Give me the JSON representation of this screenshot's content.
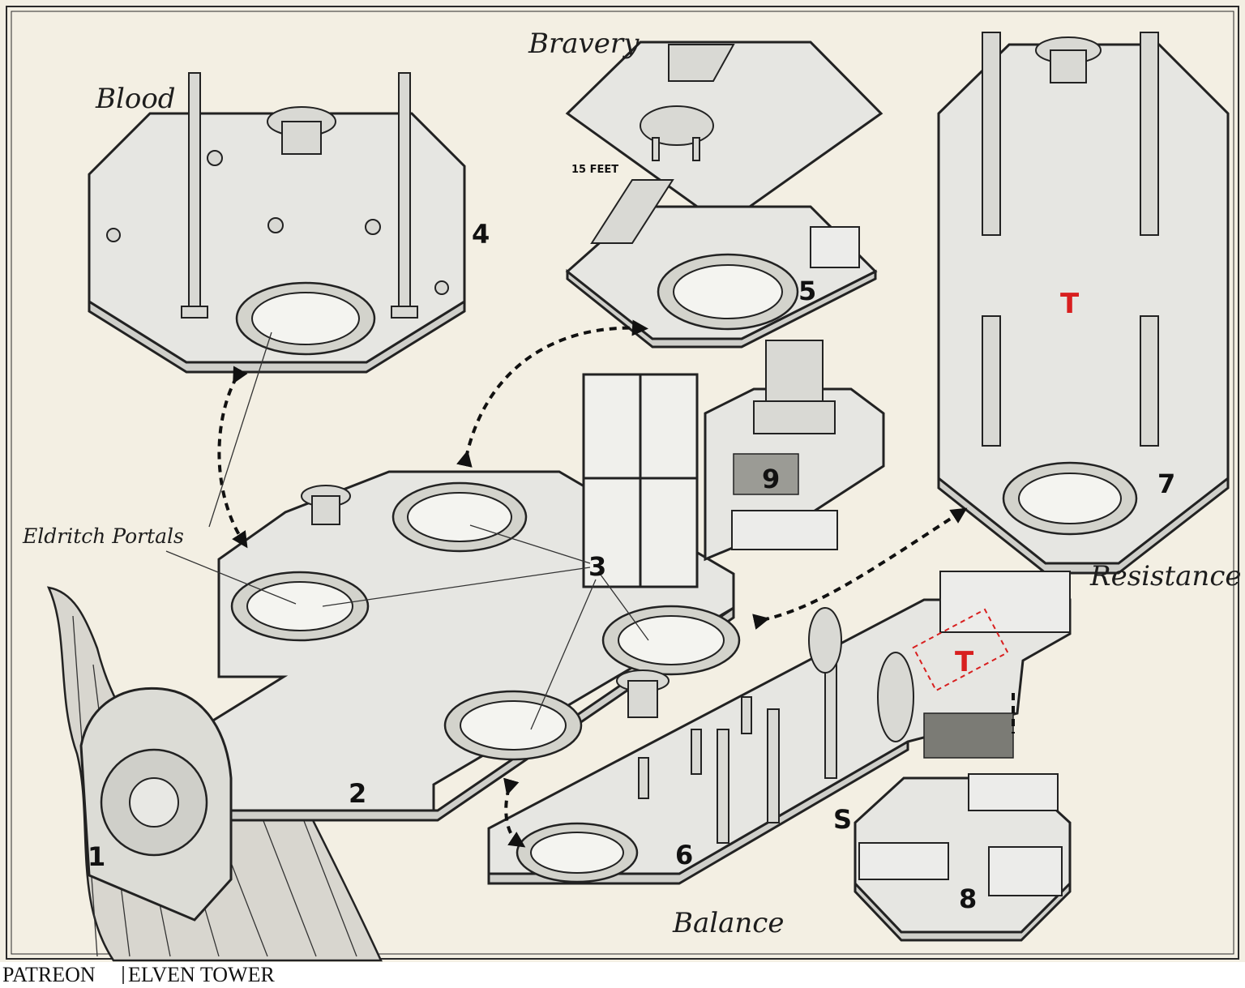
{
  "rooms": {
    "blood": "Blood",
    "bravery": "Bravery",
    "resistance": "Resistance",
    "balance": "Balance"
  },
  "annotations": {
    "portals": "Eldritch Portals",
    "stairs_height": "15 FEET",
    "trap_marker": "T",
    "secret_marker": "S"
  },
  "areas": [
    "1",
    "2",
    "3",
    "4",
    "5",
    "6",
    "7",
    "8",
    "9"
  ],
  "credit": {
    "left": "PATREON",
    "right": "ELVEN TOWER"
  },
  "colors": {
    "parchment": "#f3efe3",
    "ink": "#1d1d1d",
    "trap": "#d81f1f"
  }
}
